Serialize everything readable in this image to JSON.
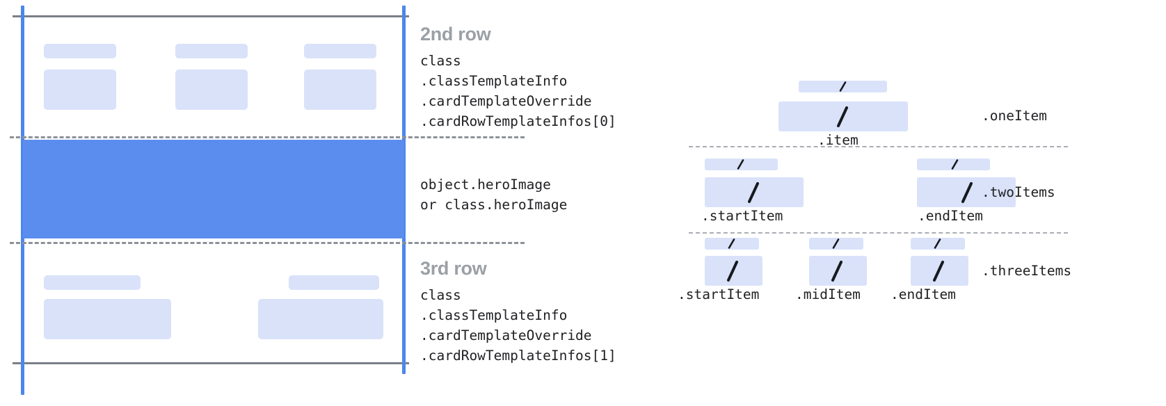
{
  "diagram": {
    "title_text_color": "#9aa0a6",
    "accent_blue": "#4c87eb",
    "hero_blue": "#5b8def",
    "placeholder_blue": "#d9e2f9",
    "rule_gray": "#7a7f87"
  },
  "card": {
    "rows": [
      {
        "heading": "2nd row",
        "code": "class\n.classTemplateInfo\n.cardTemplateOverride\n.cardRowTemplateInfos[0]"
      },
      {
        "heading": "",
        "code": "object.heroImage\nor class.heroImage"
      },
      {
        "heading": "3rd row",
        "code": "class\n.classTemplateInfo\n.cardTemplateOverride\n.cardRowTemplateInfos[1]"
      }
    ]
  },
  "items": {
    "slash_glyph": "/",
    "groups": [
      {
        "group_label": ".oneItem",
        "cells": [
          {
            "label": ".item"
          }
        ]
      },
      {
        "group_label": ".twoItems",
        "cells": [
          {
            "label": ".startItem"
          },
          {
            "label": ".endItem"
          }
        ]
      },
      {
        "group_label": ".threeItems",
        "cells": [
          {
            "label": ".startItem"
          },
          {
            "label": ".midItem"
          },
          {
            "label": ".endItem"
          }
        ]
      }
    ]
  }
}
